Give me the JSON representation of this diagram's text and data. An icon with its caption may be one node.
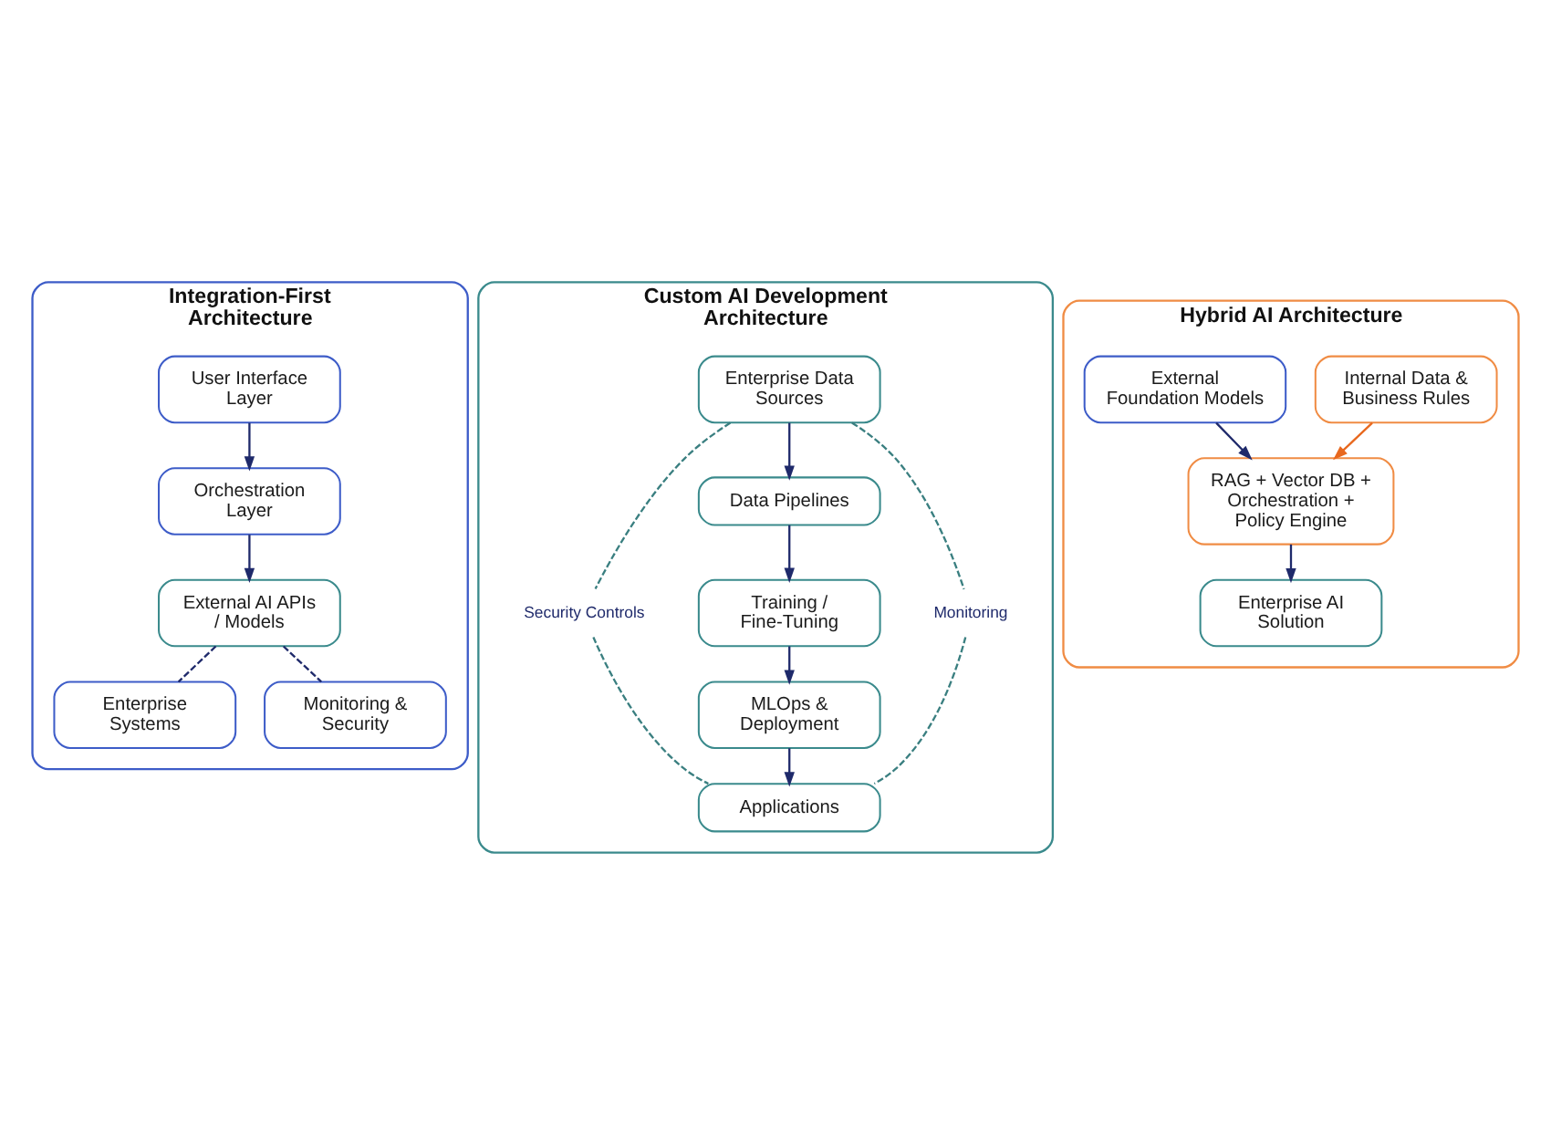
{
  "diagram": {
    "nodes": [
      {
        "text": [
          "Integration-First Architecture"
        ]
      },
      {
        "text": [
          "User Interface Layer"
        ],
        "in": 0
      },
      {
        "text": [
          "Orchestration Layer"
        ],
        "in": 0
      },
      {
        "text": [
          "External AI APIs / Models"
        ],
        "in": 0
      },
      {
        "text": [
          "Enterprise Systems"
        ],
        "in": 0
      },
      {
        "text": [
          "Monitoring & Security"
        ],
        "in": 0
      },
      {
        "text": [
          "Custom AI Development Architecture"
        ]
      },
      {
        "text": [
          "Enterprise Data Sources"
        ],
        "in": 6
      },
      {
        "text": [
          "Data Pipelines"
        ],
        "in": 6
      },
      {
        "text": [
          "Security Controls"
        ],
        "in": 6
      },
      {
        "text": [
          "Training / Fine-Tuning"
        ],
        "in": 6
      },
      {
        "text": [
          "Monitoring"
        ],
        "in": 6
      },
      {
        "text": [
          "MLOps & Deployment"
        ],
        "in": 6
      },
      {
        "text": [
          "Applications"
        ],
        "in": 6
      },
      {
        "text": [
          "Hybrid AI Architecture"
        ]
      },
      {
        "text": [
          "External Foundation Models"
        ],
        "in": 14
      },
      {
        "text": [
          "Internal Data & Business Rules"
        ],
        "in": 14
      },
      {
        "text": [
          "RAG + Vector DB + Orchestration + Policy Engine"
        ],
        "in": 14
      },
      {
        "text": [
          "Enterprise AI Solution"
        ],
        "in": 14
      }
    ],
    "edges": [
      {
        "from": 1,
        "to": 2,
        "arrow": "to"
      },
      {
        "from": 2,
        "to": 3,
        "arrow": "to"
      },
      {
        "from": 3,
        "to": 4,
        "arrow": "none",
        "style": "dashed"
      },
      {
        "from": 3,
        "to": 5,
        "arrow": "none",
        "style": "dashed"
      },
      {
        "from": 7,
        "to": 9,
        "arrow": "none",
        "style": "dashed",
        "color": "#3a7f80"
      },
      {
        "from": 7,
        "to": 8,
        "arrow": "to"
      },
      {
        "from": 7,
        "to": 11,
        "arrow": "none",
        "style": "dashed",
        "color": "#3a7f80"
      },
      {
        "from": 8,
        "to": 10,
        "arrow": "to"
      },
      {
        "from": 10,
        "to": 12,
        "arrow": "to"
      },
      {
        "from": 9,
        "to": 13,
        "arrow": "none",
        "style": "dashed",
        "color": "#3a7f80"
      },
      {
        "from": 12,
        "to": 13,
        "arrow": "to"
      },
      {
        "from": 11,
        "to": 13,
        "arrow": "none",
        "style": "dashed",
        "color": "#3a7f80"
      },
      {
        "from": 15,
        "to": 17,
        "arrow": "to"
      },
      {
        "from": 16,
        "to": 17,
        "arrow": "to",
        "color": "#e8681e"
      },
      {
        "from": 17,
        "to": 18,
        "arrow": "to"
      }
    ]
  }
}
